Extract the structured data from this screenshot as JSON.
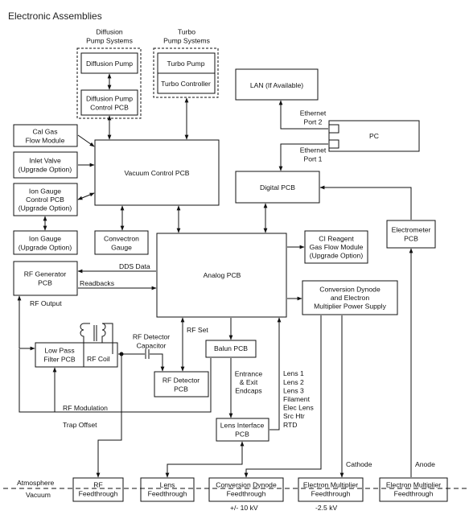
{
  "title": "Electronic Assemblies",
  "groups": {
    "diffusion": [
      "Diffusion",
      "Pump Systems"
    ],
    "turbo": [
      "Turbo",
      "Pump Systems"
    ]
  },
  "boxes": {
    "diffusion_pump": [
      "Diffusion Pump"
    ],
    "diffusion_pcb": [
      "Diffusion Pump",
      "Control PCB"
    ],
    "turbo_pump": [
      "Turbo Pump"
    ],
    "turbo_controller": [
      "Turbo Controller"
    ],
    "lan": [
      "LAN (If Available)"
    ],
    "pc": [
      "PC"
    ],
    "cal_gas": [
      "Cal Gas",
      "Flow Module"
    ],
    "inlet_valve": [
      "Inlet Valve",
      "(Upgrade Option)"
    ],
    "ion_gauge_pcb": [
      "Ion Gauge",
      "Control PCB",
      "(Upgrade Option)"
    ],
    "ion_gauge": [
      "Ion Gauge",
      "(Upgrade Option)"
    ],
    "vacuum_pcb": [
      "Vacuum Control PCB"
    ],
    "digital_pcb": [
      "Digital PCB"
    ],
    "electrometer": [
      "Electrometer",
      "PCB"
    ],
    "convectron": [
      "Convectron",
      "Gauge"
    ],
    "analog_pcb": [
      "Analog PCB"
    ],
    "ci_reagent": [
      "CI Reagent",
      "Gas Flow Module",
      "(Upgrade Option)"
    ],
    "rf_generator": [
      "RF Generator",
      "PCB"
    ],
    "conversion_supply": [
      "Conversion Dynode",
      "and Electron",
      "Multiplier Power Supply"
    ],
    "low_pass": [
      "Low Pass",
      "Filter PCB"
    ],
    "rf_detector": [
      "RF Detector",
      "PCB"
    ],
    "balun": [
      "Balun PCB"
    ],
    "lens_interface": [
      "Lens Interface",
      "PCB"
    ],
    "rf_feed": [
      "RF",
      "Feedthrough"
    ],
    "lens_feed": [
      "Lens",
      "Feedthrough"
    ],
    "conv_feed": [
      "Conversion Dynode",
      "Feedthrough"
    ],
    "em_feed_1": [
      "Electron Multiplier",
      "Feedthrough"
    ],
    "em_feed_2": [
      "Electron Multiplier",
      "Feedthrough"
    ]
  },
  "labels": {
    "ethernet_port2": [
      "Ethernet",
      "Port 2"
    ],
    "ethernet_port1": [
      "Ethernet",
      "Port 1"
    ],
    "dds_data": "DDS Data",
    "readbacks": "Readbacks",
    "rf_output": "RF Output",
    "rf_set": "RF Set",
    "rf_coil": "RF Coil",
    "rf_detector_cap": [
      "RF Detector",
      "Capacitor"
    ],
    "entrance_exit": [
      "Entrance",
      "& Exit",
      "Endcaps"
    ],
    "lens_list": [
      "Lens 1",
      "Lens 2",
      "Lens 3",
      "Filament",
      "Elec Lens",
      "Src Htr",
      "RTD"
    ],
    "rf_modulation": "RF Modulation",
    "trap_offset": "Trap Offset",
    "cathode": "Cathode",
    "anode": "Anode",
    "atmosphere": "Atmosphere",
    "vacuum": "Vacuum",
    "voltage_10kv": "+/- 10 kV",
    "voltage_25kv": "-2.5 kV"
  }
}
